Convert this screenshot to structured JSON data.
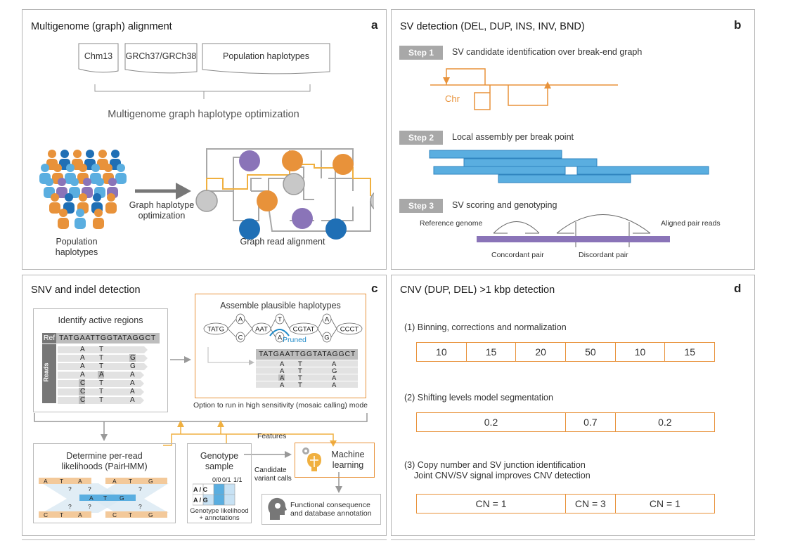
{
  "panel_a": {
    "title": "Multigenome (graph) alignment",
    "letter": "a",
    "docs": [
      "Chm13",
      "GRCh37/GRCh38",
      "Population haplotypes"
    ],
    "opt_label": "Multigenome graph haplotype optimization",
    "people_label": "Population\nhaplotypes",
    "arrow_label": "Graph haplotype\noptimization",
    "graph_label": "Graph read alignment"
  },
  "panel_b": {
    "title": "SV detection (DEL, DUP, INS, INV, BND)",
    "letter": "b",
    "steps": [
      {
        "tag": "Step 1",
        "text": "SV candidate identification over break-end graph"
      },
      {
        "tag": "Step 2",
        "text": "Local assembly per break point"
      },
      {
        "tag": "Step 3",
        "text": "SV scoring and genotyping"
      }
    ],
    "chr_label": "Chr",
    "ref_label": "Reference genome",
    "aligned_label": "Aligned pair reads",
    "concordant_label": "Concordant pair",
    "discordant_label": "Discordant pair"
  },
  "panel_c": {
    "title": "SNV and indel detection",
    "letter": "c",
    "active_title": "Identify active regions",
    "ref_tag": "Ref",
    "ref_seq": "TATGAATTGGTATAGGCT",
    "reads_tag": "Reads",
    "assemble_title": "Assemble plausible haplotypes",
    "hap_nodes": [
      "TATG",
      "A",
      "C",
      "AAT",
      "T",
      "A",
      "CGTAT",
      "A",
      "G",
      "CCCT"
    ],
    "pruned_label": "Pruned",
    "assembled_seq": "TATGAATTGGTATAGGCT",
    "mosaic_note": "Option to run in high sensitivity (mosaic calling) mode",
    "features_label": "Features",
    "pairhmm_title": "Determine per-read\nlikelihoods (PairHMM)",
    "genotype_title": "Genotype\nsample",
    "genotype_cols": [
      "0/0",
      "0/1",
      "1/1"
    ],
    "genotype_rows": [
      "A / C",
      "A / G"
    ],
    "genotype_caption": "Genotype likelihood\n+ annotations",
    "candidate_label": "Candidate\nvariant calls",
    "ml_title": "Machine\nlearning",
    "functional_label": "Functional consequence\nand database annotation"
  },
  "panel_d": {
    "title": "CNV (DUP, DEL) >1 kbp detection",
    "letter": "d",
    "step1_label": "(1) Binning, corrections and normalization",
    "bins": [
      "10",
      "15",
      "20",
      "50",
      "10",
      "15"
    ],
    "step2_label": "(2) Shifting levels model segmentation",
    "segments": [
      "0.2",
      "0.7",
      "0.2"
    ],
    "step3_label": "(3) Copy number and SV junction identification\n    Joint CNV/SV signal improves CNV detection",
    "copy_numbers": [
      "CN = 1",
      "CN = 3",
      "CN = 1"
    ]
  },
  "colors": {
    "orange": "#e8923a",
    "blue": "#5aaee0",
    "purple": "#8a74b8",
    "dark_blue": "#1f6fb5",
    "grey": "#bdbdbd"
  }
}
